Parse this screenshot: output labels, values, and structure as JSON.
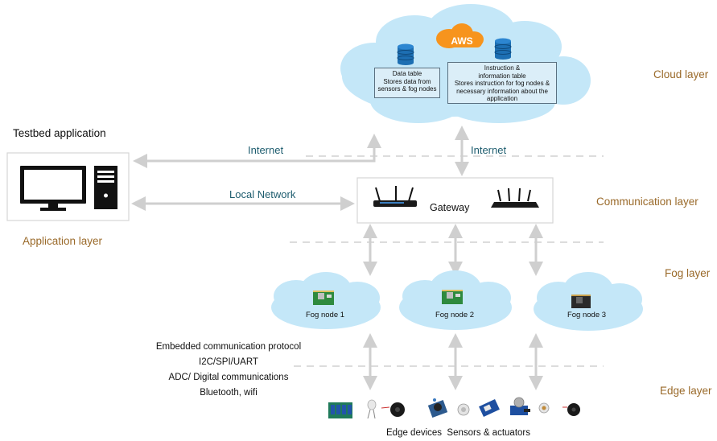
{
  "cloud": {
    "provider_label": "AWS",
    "data_table": {
      "title": "Data table",
      "desc": "Stores data from sensors & fog nodes"
    },
    "instruction_table": {
      "title": "Instruction & information table",
      "desc": "Stores instruction for fog nodes & necessary information about the application"
    }
  },
  "layers": {
    "cloud": "Cloud layer",
    "communication": "Communication layer",
    "fog": "Fog layer",
    "edge": "Edge layer",
    "application": "Application layer"
  },
  "testbed_title": "Testbed application",
  "links": {
    "internet_left": "Internet",
    "internet_right": "Internet",
    "local_network": "Local Network"
  },
  "gateway_label": "Gateway",
  "fog_nodes": [
    "Fog node 1",
    "Fog node 2",
    "Fog node 3"
  ],
  "protocols": [
    "Embedded communication protocol",
    "I2C/SPI/UART",
    "ADC/ Digital communications",
    "Bluetooth, wifi"
  ],
  "edge_caption": "Edge devices  Sensors & actuators",
  "colors": {
    "cloud": "#c4e7f8",
    "arrow": "#cfcfcf",
    "layer_text": "#9a6a2a",
    "link_text": "#1d5c6e",
    "aws": "#f7941d"
  }
}
